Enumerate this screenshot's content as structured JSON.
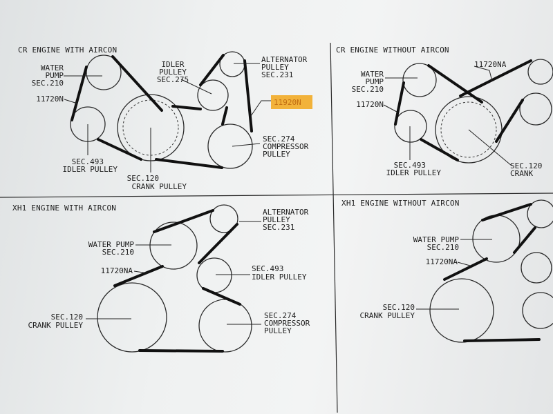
{
  "panels": {
    "cr_aircon": {
      "title": "CR ENGINE WITH AIRCON",
      "water_pump": [
        "WATER",
        "PUMP",
        "SEC.210"
      ],
      "belt_a": "11720N",
      "idler_top": [
        "IDLER",
        "PULLEY",
        "SEC.275"
      ],
      "alternator": [
        "ALTERNATOR",
        "PULLEY",
        "SEC.231"
      ],
      "belt_b": "11920N",
      "compressor": [
        "SEC.274",
        "COMPRESSOR",
        "PULLEY"
      ],
      "idler_bottom": [
        "SEC.493",
        "IDLER PULLEY"
      ],
      "crank": [
        "SEC.120",
        "CRANK PULLEY"
      ]
    },
    "cr_no_aircon": {
      "title": "CR ENGINE WITHOUT AIRCON",
      "belt_top": "11720NA",
      "water_pump": [
        "WATER",
        "PUMP",
        "SEC.210"
      ],
      "belt_a": "11720N",
      "idler_bottom": [
        "SEC.493",
        "IDLER PULLEY"
      ],
      "crank": [
        "SEC.120",
        "CRANK"
      ]
    },
    "xh1_aircon": {
      "title": "XH1 ENGINE WITH AIRCON",
      "alternator": [
        "ALTERNATOR",
        "PULLEY",
        "SEC.231"
      ],
      "water_pump": [
        "WATER PUMP",
        "SEC.210"
      ],
      "belt": "11720NA",
      "idler": [
        "SEC.493",
        "IDLER PULLEY"
      ],
      "crank": [
        "SEC.120",
        "CRANK PULLEY"
      ],
      "compressor": [
        "SEC.274",
        "COMPRESSOR",
        "PULLEY"
      ]
    },
    "xh1_no_aircon": {
      "title": "XH1 ENGINE WITHOUT AIRCON",
      "water_pump": [
        "WATER PUMP",
        "SEC.210"
      ],
      "belt": "11720NA",
      "crank": [
        "SEC.120",
        "CRANK PULLEY"
      ]
    }
  },
  "colors": {
    "highlight": "#f2b23a",
    "highlight_text": "#c26d12",
    "ink": "#1c1c1c"
  }
}
